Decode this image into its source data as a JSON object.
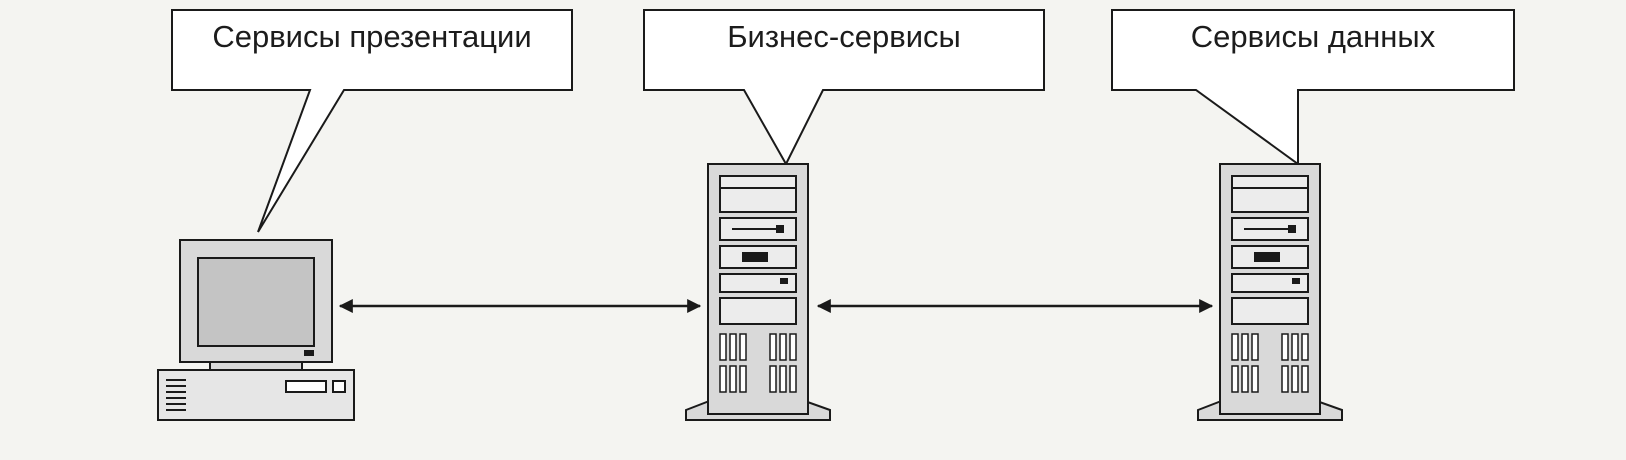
{
  "diagram": {
    "labels": {
      "presentation": "Сервисы презентации",
      "business": "Бизнес-сервисы",
      "data": "Сервисы данных"
    },
    "nodes": [
      {
        "id": "client",
        "icon": "desktop-computer-icon"
      },
      {
        "id": "app-server",
        "icon": "tower-server-icon"
      },
      {
        "id": "db-server",
        "icon": "tower-server-icon"
      }
    ],
    "connections": [
      {
        "from": "client",
        "to": "app-server",
        "type": "bidirectional"
      },
      {
        "from": "app-server",
        "to": "db-server",
        "type": "bidirectional"
      }
    ],
    "colors": {
      "background": "#f4f4f1",
      "stroke": "#1a1a1a",
      "device_fill": "#d9d9d9",
      "screen_fill": "#c4c4c4"
    }
  }
}
